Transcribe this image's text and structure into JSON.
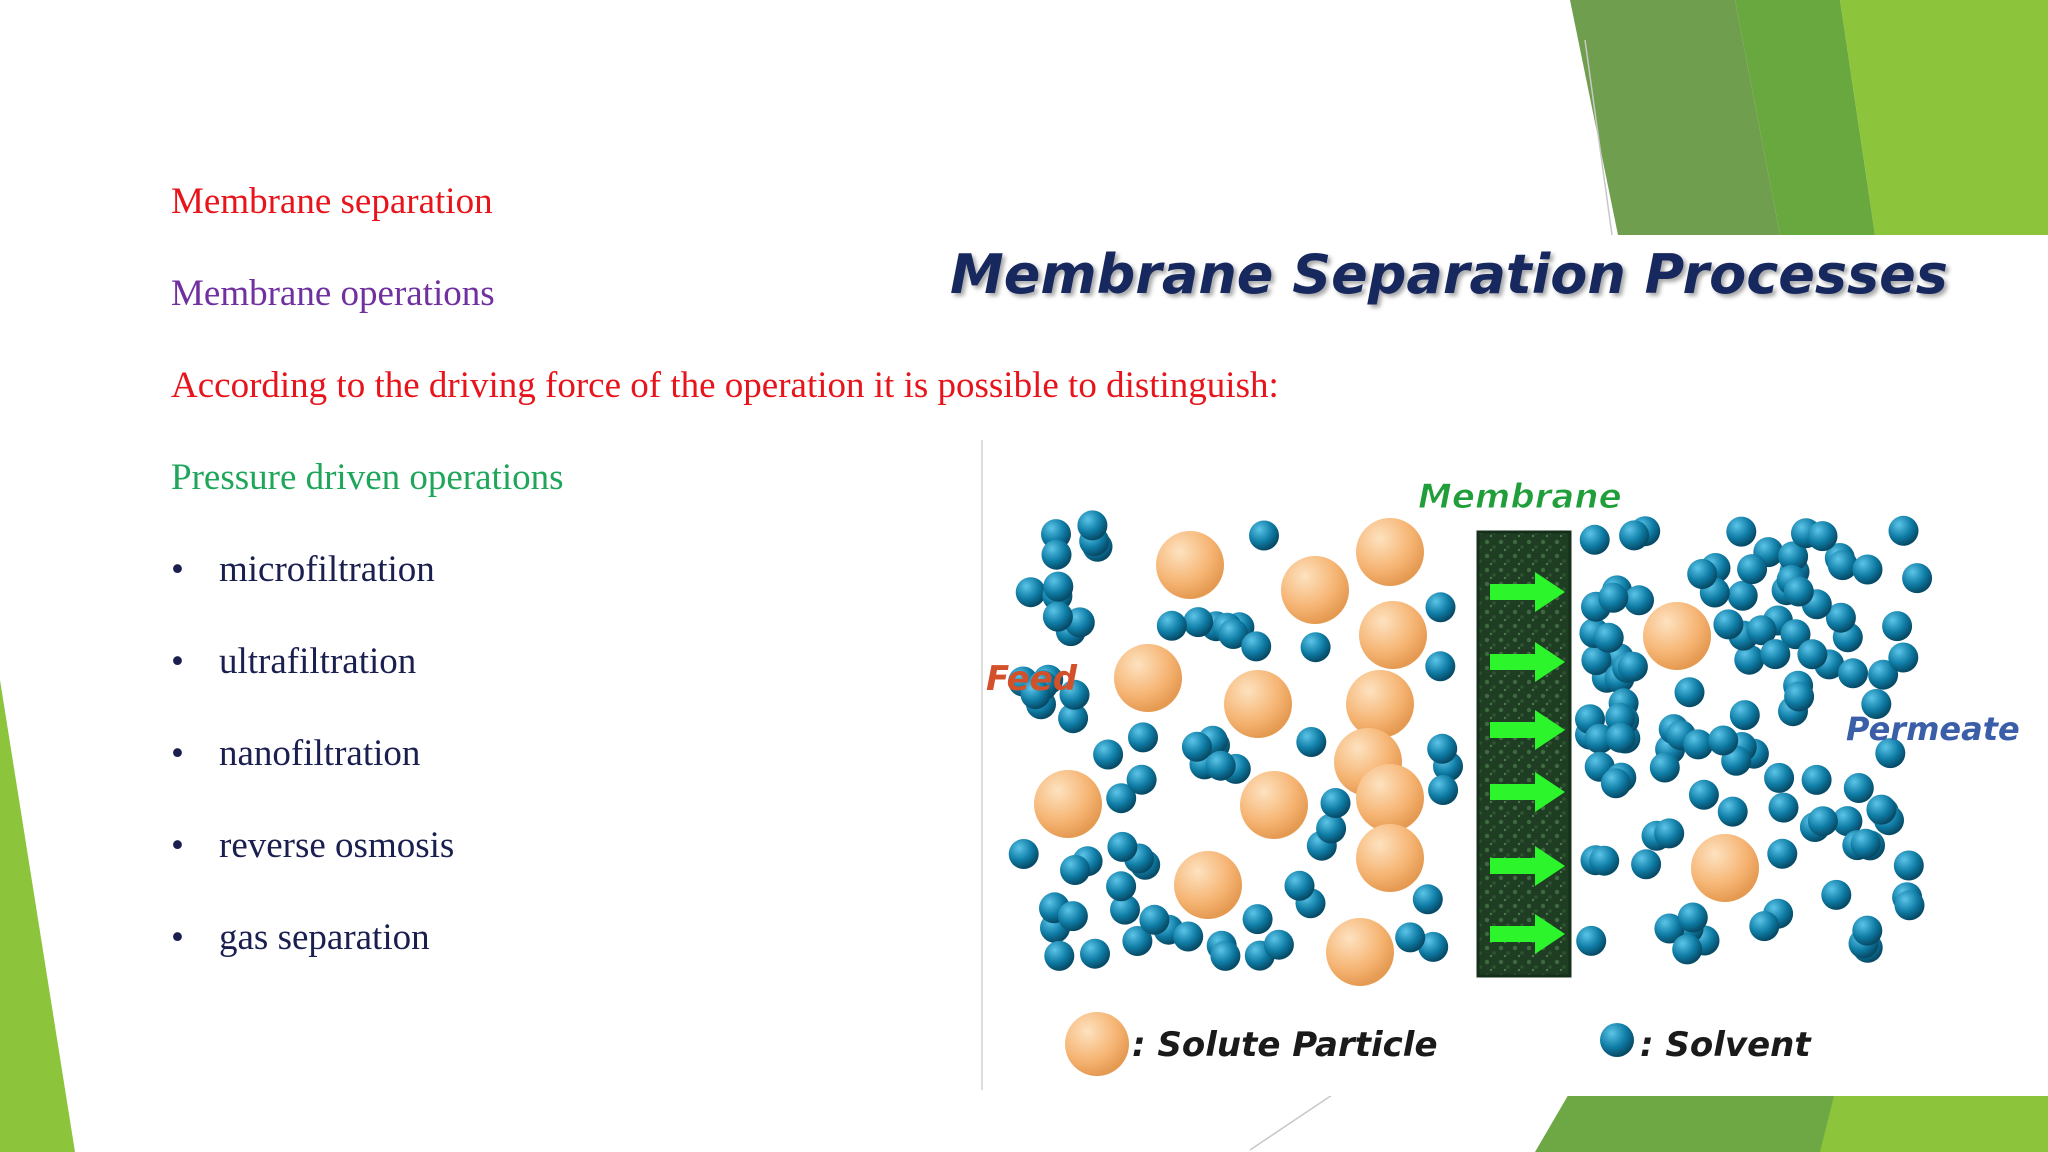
{
  "slide": {
    "lines": [
      {
        "text": "Membrane separation",
        "color": "#e8141b"
      },
      {
        "text": "Membrane operations",
        "color": "#7030a0"
      },
      {
        "text": "According to the driving force of the operation it is possible to distinguish:",
        "color": "#e8141b"
      },
      {
        "text": "Pressure driven operations",
        "color": "#1fa65a"
      }
    ],
    "bullets": [
      "microfiltration",
      "ultrafiltration",
      "nanofiltration",
      "reverse osmosis",
      "gas separation"
    ],
    "bullet_glyph": "•"
  },
  "figure": {
    "title": "Membrane Separation Processes",
    "membrane_label": "Membrane",
    "feed_label": "Feed",
    "permeate_label": "Permeate",
    "legend_solute": ": Solute Particle",
    "legend_solvent": ": Solvent",
    "colors": {
      "membrane_label": "#1f9e3a",
      "feed_label": "#d2512a",
      "permeate_label": "#3a5ea8",
      "solvent": "#0f7da6",
      "solute": "#f6b574",
      "arrow": "#2cf52c",
      "membrane": "#1f3d22"
    }
  },
  "theme": {
    "accent_light": "#8dc63f",
    "accent_dark": "#5e9e3a"
  }
}
